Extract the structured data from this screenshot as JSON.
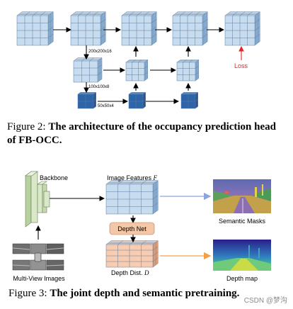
{
  "figure2": {
    "labels": {
      "dim_top": "200x200x16",
      "dim_mid": "100x100x8",
      "dim_bot": "50x50x4",
      "loss": "Loss"
    },
    "caption_prefix": "Figure 2: ",
    "caption_bold": "The architecture of the occupancy prediction head of FB-OCC."
  },
  "figure3": {
    "labels": {
      "backbone": "Backbone",
      "image_features": "Image Features",
      "image_features_symbol": "F",
      "depth_net": "Depth Net",
      "semantic_masks": "Semantic Masks",
      "depth_dist": "Depth Dist.",
      "depth_dist_symbol": "D",
      "depth_map": "Depth map",
      "multi_view_images": "Multi-View Images"
    },
    "caption_prefix": "Figure 3: ",
    "caption_bold": "The joint depth and semantic pretraining."
  },
  "watermark": "CSDN @梦沟",
  "colors": {
    "cube_light_front": "#c7dcef",
    "cube_light_top": "#e1edf8",
    "cube_light_side": "#93b6d9",
    "cube_dark_front": "#2e64a8",
    "cube_dark_top": "#5b8bcb",
    "cube_dark_side": "#1d4680",
    "depth_front": "#f7ccb0",
    "depth_top": "#fbe3d3",
    "depth_side": "#e7a985",
    "loss": "#e0262a",
    "blue_arrow": "#8ea4dc",
    "orange_arrow": "#f0a04a",
    "backbone": "#d9e8c6"
  }
}
